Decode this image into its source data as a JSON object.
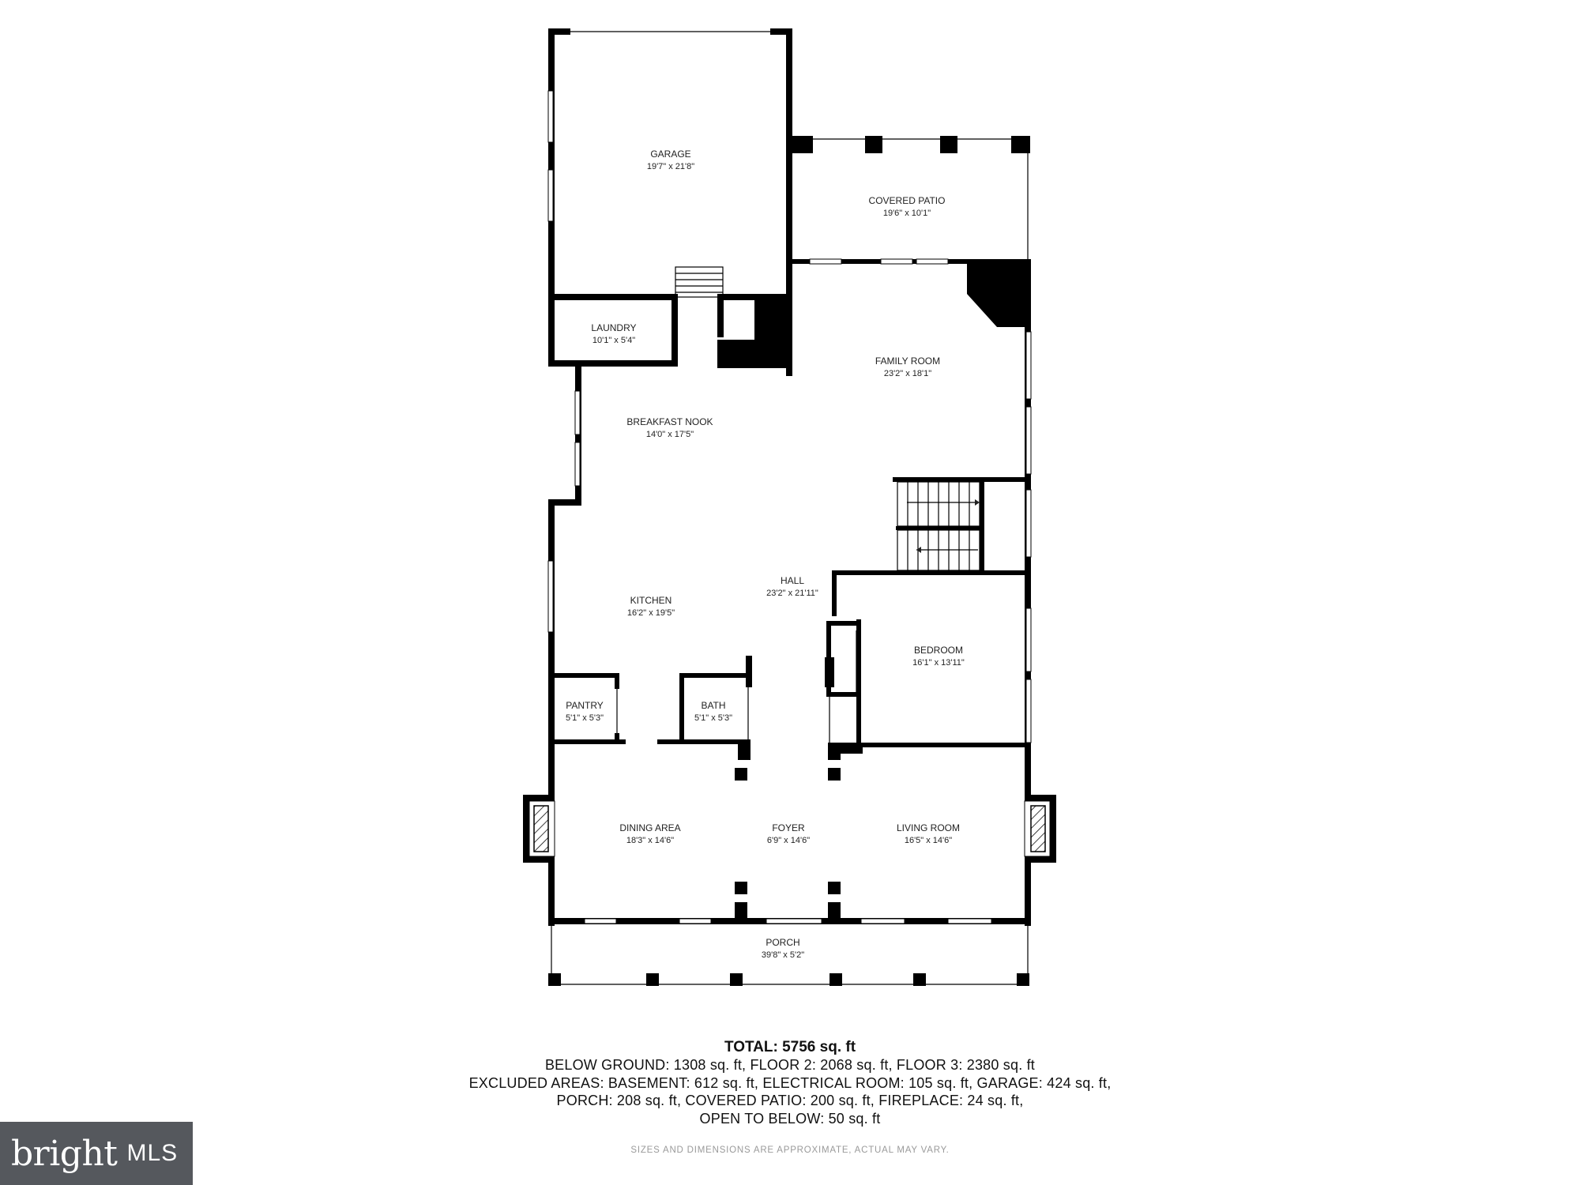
{
  "rooms": [
    {
      "name": "GARAGE",
      "dims": "19'7\" x 21'8\""
    },
    {
      "name": "COVERED PATIO",
      "dims": "19'6\" x 10'1\""
    },
    {
      "name": "LAUNDRY",
      "dims": "10'1\" x 5'4\""
    },
    {
      "name": "FAMILY ROOM",
      "dims": "23'2\" x 18'1\""
    },
    {
      "name": "BREAKFAST NOOK",
      "dims": "14'0\" x 17'5\""
    },
    {
      "name": "HALL",
      "dims": "23'2\" x 21'11\""
    },
    {
      "name": "KITCHEN",
      "dims": "16'2\" x 19'5\""
    },
    {
      "name": "BEDROOM",
      "dims": "16'1\" x 13'11\""
    },
    {
      "name": "PANTRY",
      "dims": "5'1\" x 5'3\""
    },
    {
      "name": "BATH",
      "dims": "5'1\" x 5'3\""
    },
    {
      "name": "DINING AREA",
      "dims": "18'3\" x 14'6\""
    },
    {
      "name": "FOYER",
      "dims": "6'9\" x 14'6\""
    },
    {
      "name": "LIVING ROOM",
      "dims": "16'5\" x 14'6\""
    },
    {
      "name": "PORCH",
      "dims": "39'8\" x 5'2\""
    }
  ],
  "totals": {
    "heading": "TOTAL: 5756 sq. ft",
    "lines": [
      "BELOW GROUND: 1308 sq. ft, FLOOR 2: 2068 sq. ft, FLOOR 3: 2380 sq. ft",
      "EXCLUDED AREAS: BASEMENT: 612 sq. ft, ELECTRICAL ROOM: 105 sq. ft, GARAGE: 424 sq. ft,",
      "PORCH: 208 sq. ft, COVERED PATIO: 200 sq. ft, FIREPLACE: 24 sq. ft,",
      "OPEN TO BELOW: 50 sq. ft"
    ]
  },
  "disclaimer": "SIZES AND DIMENSIONS ARE APPROXIMATE, ACTUAL MAY VARY.",
  "logo": {
    "brand": "bright",
    "mls": "MLS",
    "accent": "#e8452c"
  }
}
